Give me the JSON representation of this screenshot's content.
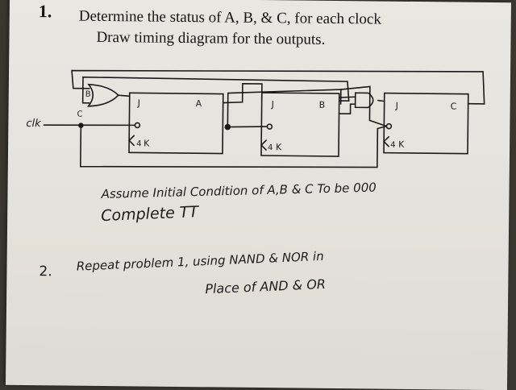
{
  "problem1": {
    "number": "1.",
    "line1": "Determine the status of A, B, & C, for each clock",
    "line2": "Draw timing diagram for the outputs."
  },
  "circuit": {
    "clock_label": "clk",
    "ff_a": {
      "j": "J",
      "k": "K",
      "q": "A"
    },
    "ff_b": {
      "j": "J",
      "k": "K",
      "q": "B"
    },
    "ff_c": {
      "j": "J",
      "k": "K",
      "q": "C"
    },
    "or_inputs": {
      "b": "B",
      "c": "C"
    },
    "k_prefix": "4"
  },
  "notes": {
    "assume": "Assume Initial Condition of A,B & C To be 000",
    "complete": "Complete TT"
  },
  "problem2": {
    "number": "2.",
    "line1": "Repeat problem 1, using NAND & NOR in",
    "line2": "Place of AND & OR"
  }
}
